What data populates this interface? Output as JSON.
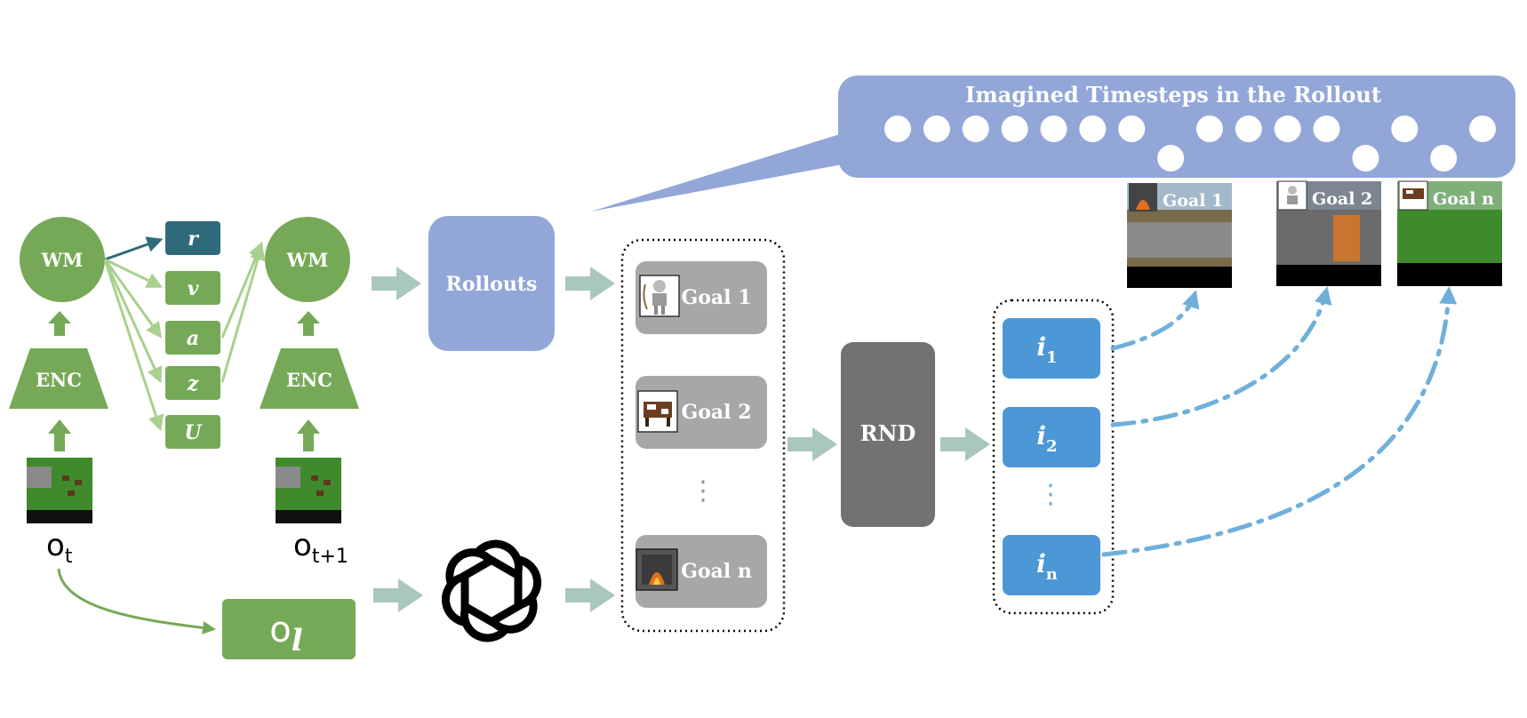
{
  "colors": {
    "green": "#76a957",
    "green_dark": "#5d8f45",
    "teal_dark": "#2f6a7a",
    "arrow_light": "#a9c7bd",
    "edge_light_green": "#a9d08e",
    "blue_soft": "#92a6d8",
    "gray_goal": "#a9a6a6",
    "gray_rnd": "#737171",
    "blue_i": "#4c97d6",
    "dash_blue": "#6fb0da"
  },
  "world_model": {
    "wm_label": "WM",
    "enc_label": "ENC",
    "outputs": [
      "r",
      "v",
      "a",
      "z",
      "U"
    ],
    "obs_t_main": "o",
    "obs_t_sub": "t",
    "obs_t1_main": "o",
    "obs_t1_sub": "t+1",
    "obs_l_main": "o",
    "obs_l_sub": "l"
  },
  "rollouts": {
    "label": "Rollouts"
  },
  "imagined": {
    "title": "Imagined Timesteps in the Rollout",
    "dot_count": 16
  },
  "goals": {
    "items": [
      {
        "label": "Goal 1",
        "icon": "skeleton-icon"
      },
      {
        "label": "Goal 2",
        "icon": "cow-icon"
      },
      {
        "label": "Goal n",
        "icon": "furnace-icon"
      }
    ],
    "ellipsis": "⋮"
  },
  "rnd": {
    "label": "RND"
  },
  "intrinsic": {
    "items": [
      {
        "main": "i",
        "sub": "1"
      },
      {
        "main": "i",
        "sub": "2"
      },
      {
        "main": "i",
        "sub": "n"
      }
    ],
    "ellipsis": "⋮"
  },
  "goal_frames": [
    {
      "label": "Goal 1",
      "icon": "furnace-icon"
    },
    {
      "label": "Goal 2",
      "icon": "skeleton-icon"
    },
    {
      "label": "Goal n",
      "icon": "cow-icon"
    }
  ],
  "llm": {
    "icon": "openai-logo-icon"
  }
}
